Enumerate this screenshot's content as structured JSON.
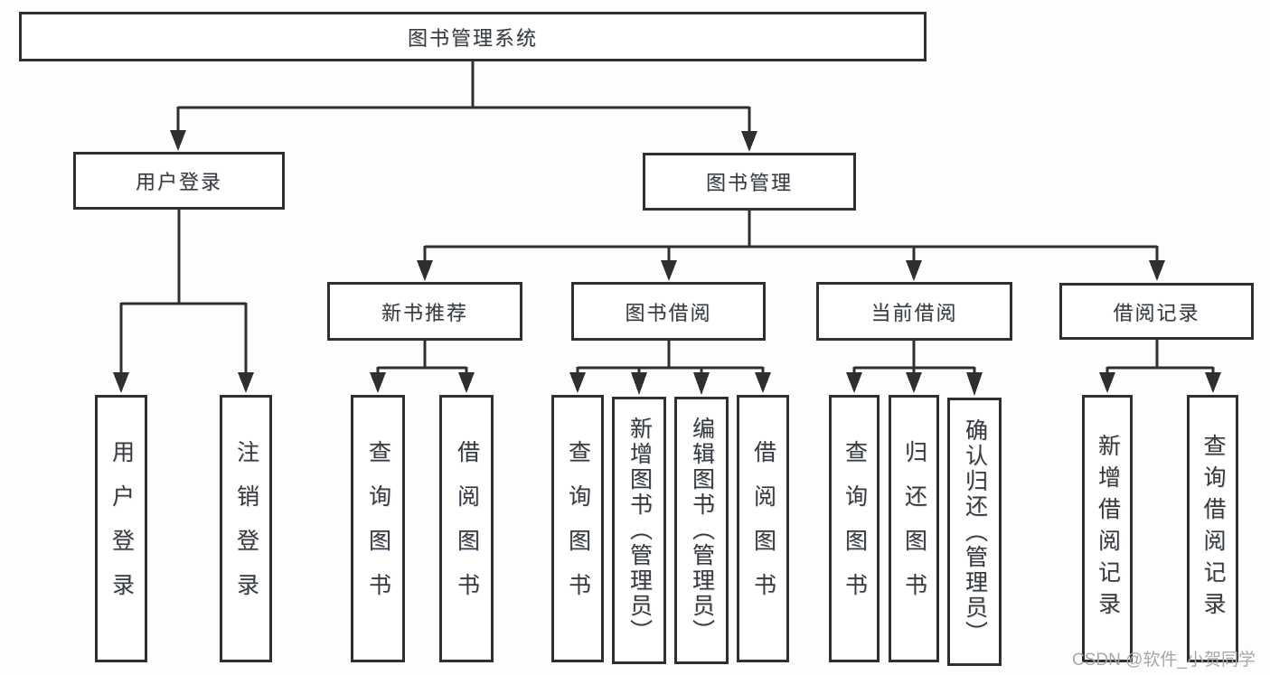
{
  "diagram_title": "图书管理系统",
  "tree": {
    "root": {
      "label": "图书管理系统"
    },
    "branches": [
      {
        "label": "用户登录",
        "children": [
          {
            "label": "用户登录"
          },
          {
            "label": "注销登录"
          }
        ]
      },
      {
        "label": "图书管理",
        "children": [
          {
            "label": "新书推荐",
            "children": [
              {
                "label": "查询图书"
              },
              {
                "label": "借阅图书"
              }
            ]
          },
          {
            "label": "图书借阅",
            "children": [
              {
                "label": "查询图书"
              },
              {
                "label": "新增图书（管理员）"
              },
              {
                "label": "编辑图书（管理员）"
              },
              {
                "label": "借阅图书"
              }
            ]
          },
          {
            "label": "当前借阅",
            "children": [
              {
                "label": "查询图书"
              },
              {
                "label": "归还图书"
              },
              {
                "label": "确认归还（管理员）"
              }
            ]
          },
          {
            "label": "借阅记录",
            "children": [
              {
                "label": "新增借阅记录"
              },
              {
                "label": "查询借阅记录"
              }
            ]
          }
        ]
      }
    ]
  },
  "watermark": {
    "text": "CSDN @软件_小贺同学"
  },
  "colors": {
    "line": "#2f2f2f",
    "text": "#3a3a3a",
    "box_background": "#ffffff",
    "watermark": "#a8a8a8"
  }
}
